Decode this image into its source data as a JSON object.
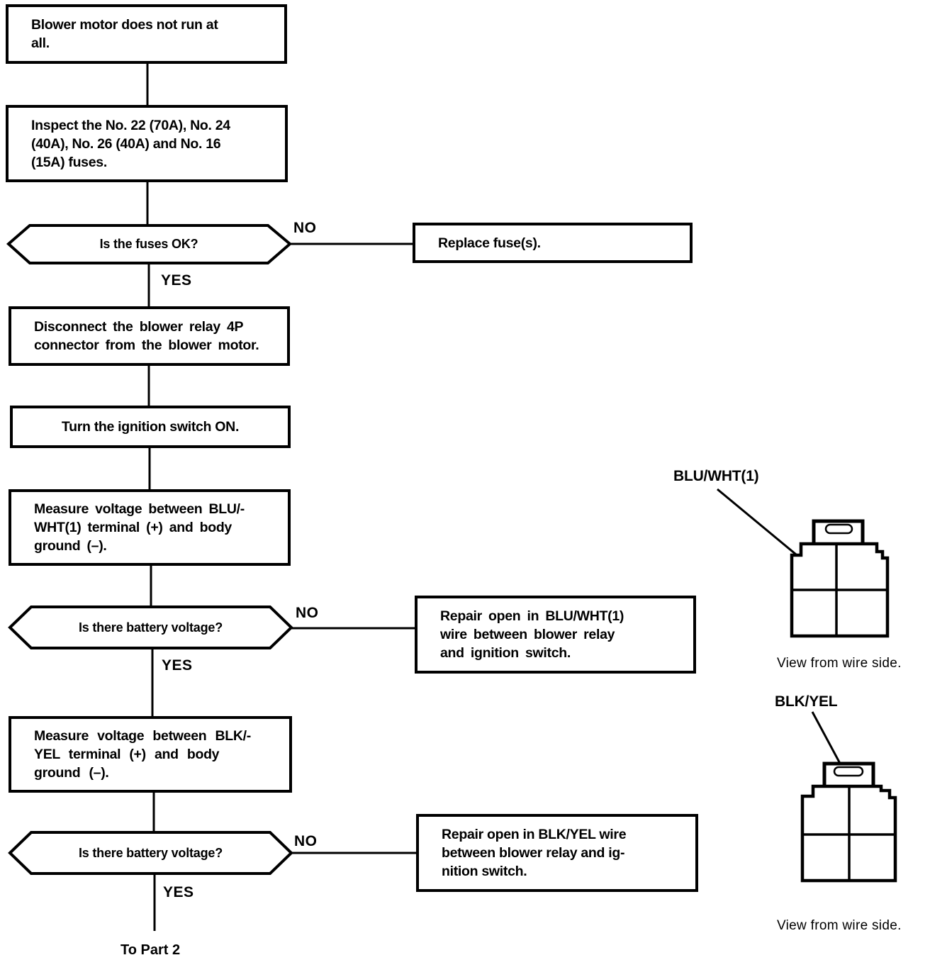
{
  "flowchart": {
    "boxes": {
      "start": "Blower motor does not run at\nall.",
      "inspect_fuses": "Inspect the No. 22 (70A), No. 24\n(40A), No. 26 (40A) and No. 16\n(15A) fuses.",
      "replace_fuses": "Replace fuse(s).",
      "disconnect_connector": "Disconnect the blower relay 4P\nconnector from the blower motor.",
      "ignition_on": "Turn the ignition switch ON.",
      "measure_blu_wht": "Measure voltage between BLU/-\nWHT(1) terminal (+) and body\nground (–).",
      "repair_blu_wht": "Repair open in BLU/WHT(1)\nwire between blower relay\nand ignition switch.",
      "measure_blk_yel": "Measure voltage between BLK/-\nYEL terminal (+) and body\nground (–).",
      "repair_blk_yel": "Repair open in BLK/YEL wire\nbetween blower relay and ig-\nnition switch."
    },
    "decisions": {
      "fuses_ok": "Is the fuses OK?",
      "battery_voltage_1": "Is there battery voltage?",
      "battery_voltage_2": "Is there battery voltage?"
    },
    "edge_labels": {
      "no_1": "NO",
      "yes_1": "YES",
      "no_2": "NO",
      "yes_2": "YES",
      "no_3": "NO",
      "yes_3": "YES",
      "to_part_2": "To Part 2"
    }
  },
  "connector_views": {
    "blu_wht": {
      "label": "BLU/WHT(1)",
      "caption": "View from wire side."
    },
    "blk_yel": {
      "label": "BLK/YEL",
      "caption": "View from wire side."
    }
  },
  "colors": {
    "ink": "#000000",
    "paper": "#ffffff"
  }
}
